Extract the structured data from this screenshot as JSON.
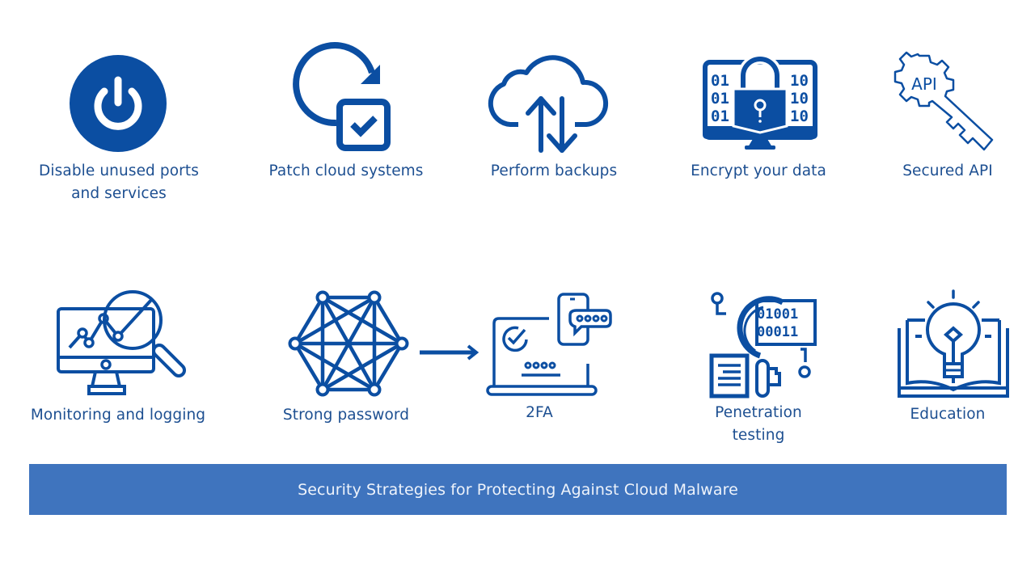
{
  "colors": {
    "icon_blue": "#0b4ea2",
    "label_text": "#1d4f91",
    "banner_bg": "#3f74be",
    "banner_text": "#eef3fb",
    "background": "#ffffff"
  },
  "row1": [
    {
      "icon": "power-icon",
      "label_line1": "Disable unused ports",
      "label_line2": "and services"
    },
    {
      "icon": "patch-refresh-check-icon",
      "label_line1": "Patch cloud systems"
    },
    {
      "icon": "cloud-upload-download-icon",
      "label_line1": "Perform backups"
    },
    {
      "icon": "monitor-padlock-binary-icon",
      "label_line1": "Encrypt your data",
      "binary_left": [
        "01",
        "01",
        "01"
      ],
      "binary_right": [
        "10",
        "10",
        "10"
      ]
    },
    {
      "icon": "api-gear-key-icon",
      "label_line1": "Secured API",
      "icon_text": "API"
    }
  ],
  "row2": [
    {
      "icon": "monitor-chart-magnifier-icon",
      "label_line1": "Monitoring and logging"
    },
    {
      "icon": "network-hexagon-icon",
      "label_line1": "Strong password"
    },
    {
      "icon": "laptop-phone-2fa-icon",
      "label_line1": "2FA"
    },
    {
      "icon": "magnifier-binary-document-icon",
      "label_line1": "Penetration",
      "label_line2": "testing",
      "binary": [
        "01001",
        "00011"
      ]
    },
    {
      "icon": "book-lightbulb-icon",
      "label_line1": "Education"
    }
  ],
  "flow_arrow": {
    "from": "Strong password",
    "to": "2FA"
  },
  "banner": {
    "title": "Security Strategies for Protecting Against Cloud Malware"
  }
}
